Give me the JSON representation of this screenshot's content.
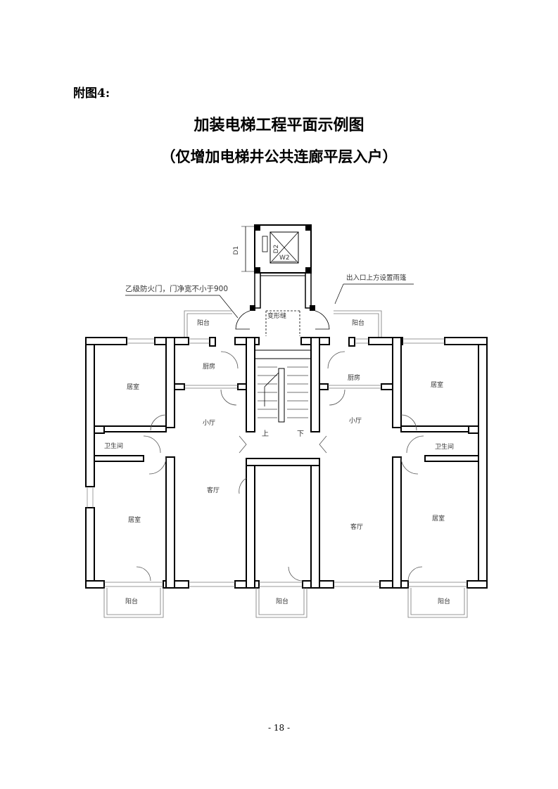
{
  "header": {
    "appendix_label": "附图4:",
    "title": "加装电梯工程平面示例图",
    "subtitle": "（仅增加电梯井公共连廊平层入户）"
  },
  "plan": {
    "annotations": {
      "fire_door": "乙级防火门，门净宽不小于900",
      "canopy": "出入口上方设置雨篷",
      "joint": "变形缝"
    },
    "dimensions": {
      "d1": "D1",
      "d2": "D2",
      "w2": "W2"
    },
    "rooms": {
      "balcony": "阳台",
      "kitchen": "厨房",
      "bedroom": "居室",
      "small_hall": "小厅",
      "bathroom": "卫生间",
      "living_room": "客厅"
    },
    "stairs": {
      "up": "上",
      "down": "下"
    }
  },
  "footer": {
    "page_number": "- 18 -"
  }
}
